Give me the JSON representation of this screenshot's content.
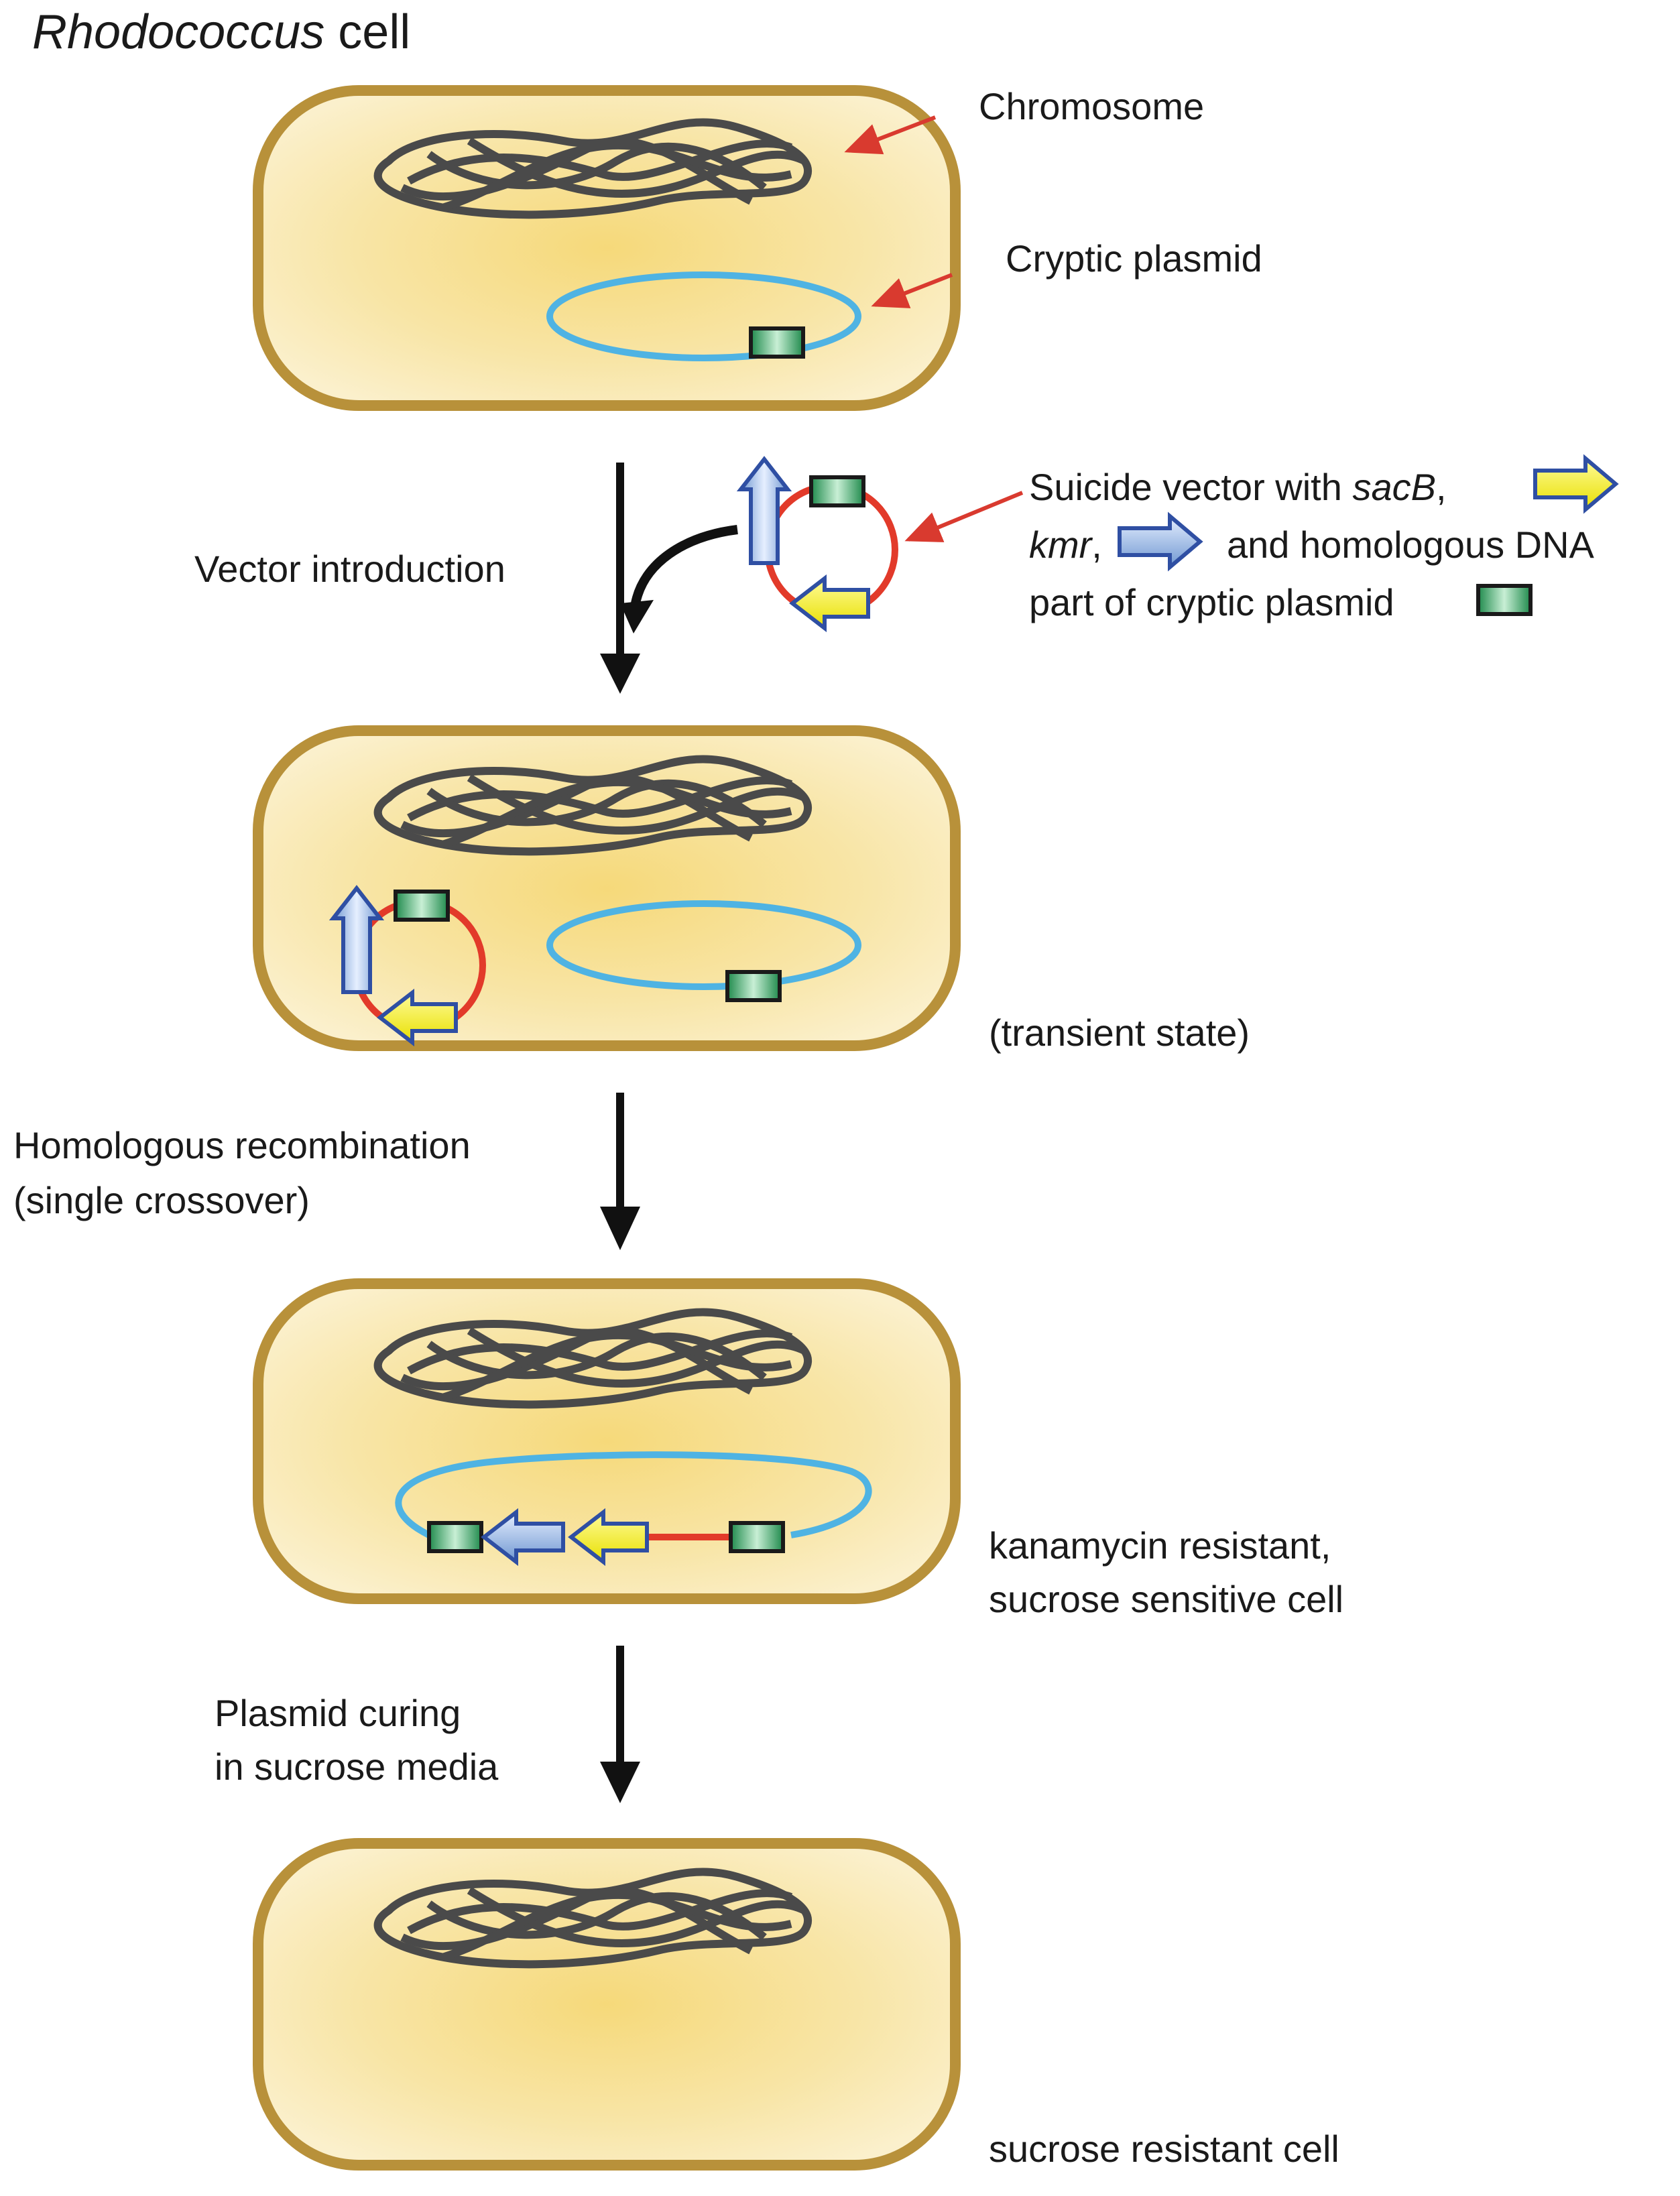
{
  "title": {
    "italic": "Rhodococcus",
    "rest": " cell"
  },
  "labels": {
    "chromosome": "Chromosome",
    "cryptic_plasmid": "Cryptic plasmid",
    "vector_intro": "Vector introduction",
    "vector_desc": {
      "line1_pre": "Suicide vector with ",
      "line1_gene": "sacB",
      "line1_post": ",",
      "line2_gene": "kmr",
      "line2_post": ",",
      "line2_tail": "and homologous DNA",
      "line3": "part of cryptic plasmid"
    },
    "transient": "(transient state)",
    "hr_line1": "Homologous recombination",
    "hr_line2": "(single crossover)",
    "kan_line1": "kanamycin resistant,",
    "kan_line2": "sucrose sensitive cell",
    "curing_line1": "Plasmid curing",
    "curing_line2": "in sucrose media",
    "sucrose_resistant": "sucrose resistant cell"
  },
  "colors": {
    "cell_fill_center": "#f6d97a",
    "cell_fill_edge": "#fbf0cc",
    "cell_border": "#b8913a",
    "chromosome": "#4a4a4a",
    "plasmid": "#4fb3e3",
    "vector": "#e23a2a",
    "homology_box": "#3fa86a",
    "sacB_arrow": "#f2ee2c",
    "kmr_arrow": "#7fa7d9",
    "arrow_outline": "#2f4fa3",
    "pointer": "#d93a2f"
  },
  "icons": {
    "chromosome": "tangled-dna-icon",
    "plasmid": "circular-plasmid-icon",
    "homology": "green-box-icon",
    "sacB": "yellow-arrow-icon",
    "kmr": "blue-arrow-icon"
  }
}
